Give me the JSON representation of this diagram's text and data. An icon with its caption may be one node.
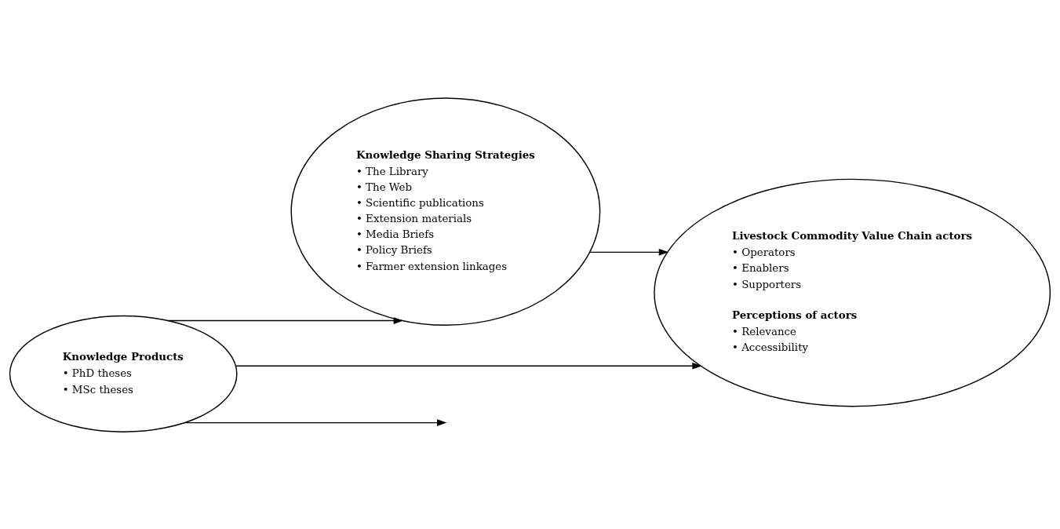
{
  "diagram": {
    "nodes": [
      {
        "text": [
          "Knowledge Products",
          "• PhD theses",
          "• MSc theses"
        ]
      },
      {
        "text": [
          "Knowledge Sharing Strategies",
          "• The Library",
          "• The Web",
          "• Scientific publications",
          "• Extension materials",
          "• Media Briefs",
          "• Policy Briefs",
          "• Farmer extension linkages"
        ]
      },
      {
        "text": [
          "Livestock Commodity Value Chain actors",
          "• Operators",
          "• Enablers",
          "• Supporters",
          "Perceptions of actors",
          "• Relevance",
          "• Accessibility"
        ]
      }
    ],
    "edges": [
      {
        "from": 0,
        "to": 2,
        "arrow": "to"
      },
      {
        "from": 0,
        "to": 1,
        "arrow": "to"
      },
      {
        "from": 1,
        "to": 2,
        "arrow": "to"
      },
      {
        "from": 0,
        "to": null,
        "arrow": "to"
      }
    ]
  }
}
